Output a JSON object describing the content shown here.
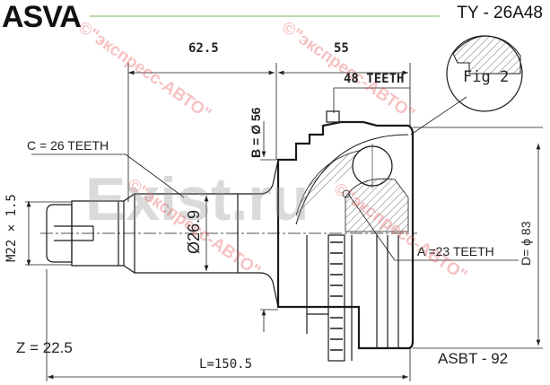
{
  "header": {
    "brand": "ASVA",
    "part_code": "TY - 26A48"
  },
  "dimensions": {
    "length_left": "62.5",
    "length_right": "55",
    "outer_teeth": "48 TEETH",
    "b_diameter": "B = Ø 56",
    "c_teeth": "C = 26 TEETH",
    "shaft_diameter": "Ø26.9",
    "thread": "M22 × 1.5",
    "a_teeth": "A =23 TEETH",
    "d_diameter": "D= ϕ 83",
    "total_length": "L=150.5",
    "z": "Z = 22.5"
  },
  "figure_label": "Fig 2",
  "footer": {
    "ref_code": "ASBT - 92"
  },
  "watermarks": {
    "grey": "Exist.ru",
    "red": "©\"экспресс-АВТО\""
  },
  "colors": {
    "line": "#1a1a1a",
    "watermark_red": "#e65050"
  }
}
